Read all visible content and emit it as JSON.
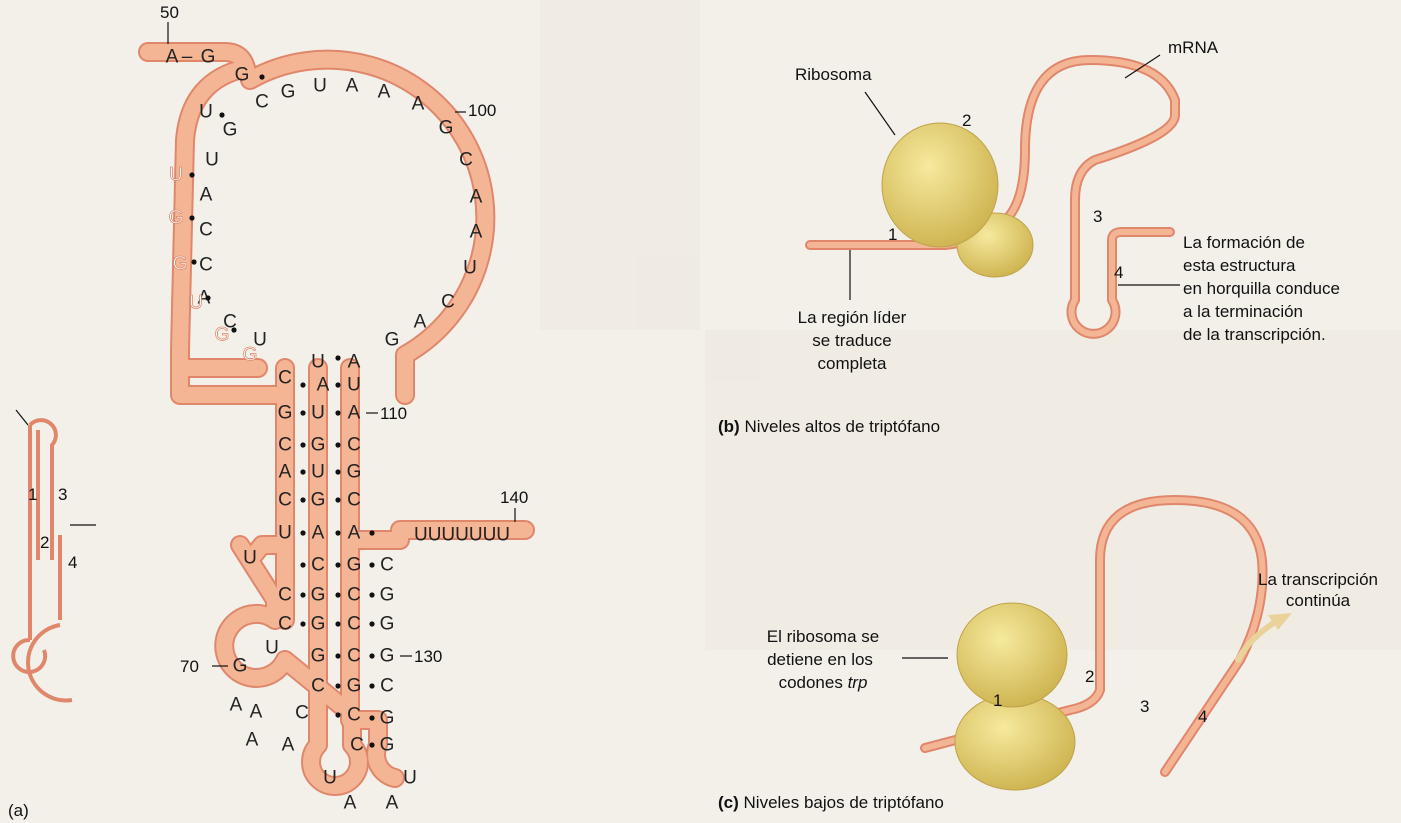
{
  "panel_a": {
    "label": "(a)",
    "numbers": {
      "n50": "50",
      "n70": "70",
      "n100": "100",
      "n110": "110",
      "n130": "130",
      "n140": "140"
    },
    "tail": "UUUUUUU",
    "inset_labels": [
      "1",
      "2",
      "3",
      "4"
    ]
  },
  "panel_b": {
    "ribosome_label": "Ribosoma",
    "mrna_label": "mRNA",
    "region_labels": [
      "1",
      "2",
      "3",
      "4"
    ],
    "leader_text": [
      "La región líder",
      "se traduce",
      "completa"
    ],
    "hairpin_text": [
      "La formación de",
      "esta estructura",
      "en horquilla conduce",
      "a la terminación",
      "de la transcripción."
    ],
    "caption_letter": "(b)",
    "caption_text": "Niveles altos de triptófano"
  },
  "panel_c": {
    "stall_text": [
      "El ribosoma se",
      "detiene en los",
      "codones"
    ],
    "stall_italic": "trp",
    "continue_text": [
      "La transcripción",
      "continúa"
    ],
    "region_labels": [
      "1",
      "2",
      "3",
      "4"
    ],
    "caption_letter": "(c)",
    "caption_text": "Niveles bajos de triptófano"
  },
  "colors": {
    "rna_fill": "#f4b594",
    "rna_stroke": "#e0876b",
    "ribosome": "#e6cf72",
    "arrow": "#ead39a"
  }
}
